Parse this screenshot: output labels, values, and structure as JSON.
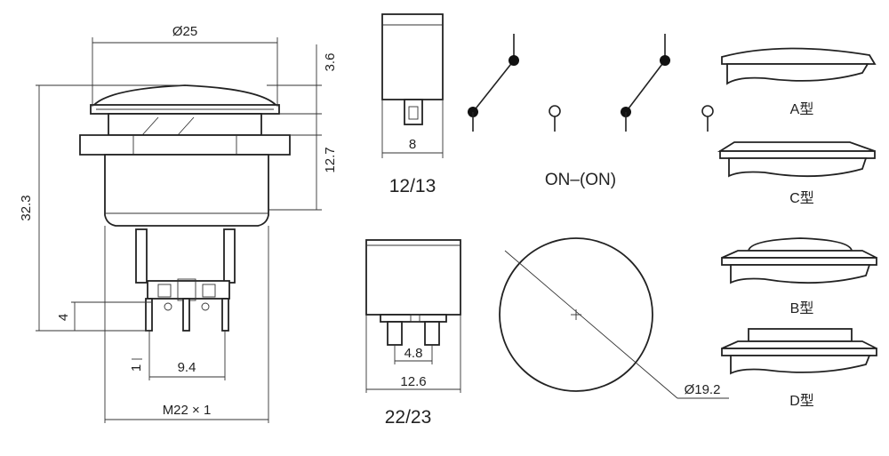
{
  "main_view": {
    "dia_25": "Ø25",
    "dim_3_6": "3.6",
    "dim_12_7": "12.7",
    "dim_32_3": "32.3",
    "dim_4": "4",
    "dim_1": "1",
    "dim_9_4": "9.4",
    "thread": "M22 × 1"
  },
  "model_1213": {
    "width": "8",
    "label": "12/13"
  },
  "model_2223": {
    "inner": "4.8",
    "outer": "12.6",
    "label": "22/23"
  },
  "circuit": {
    "label": "ON–(ON)"
  },
  "round_view": {
    "diameter": "Ø19.2"
  },
  "cap_types": [
    "A型",
    "C型",
    "B型",
    "D型"
  ]
}
